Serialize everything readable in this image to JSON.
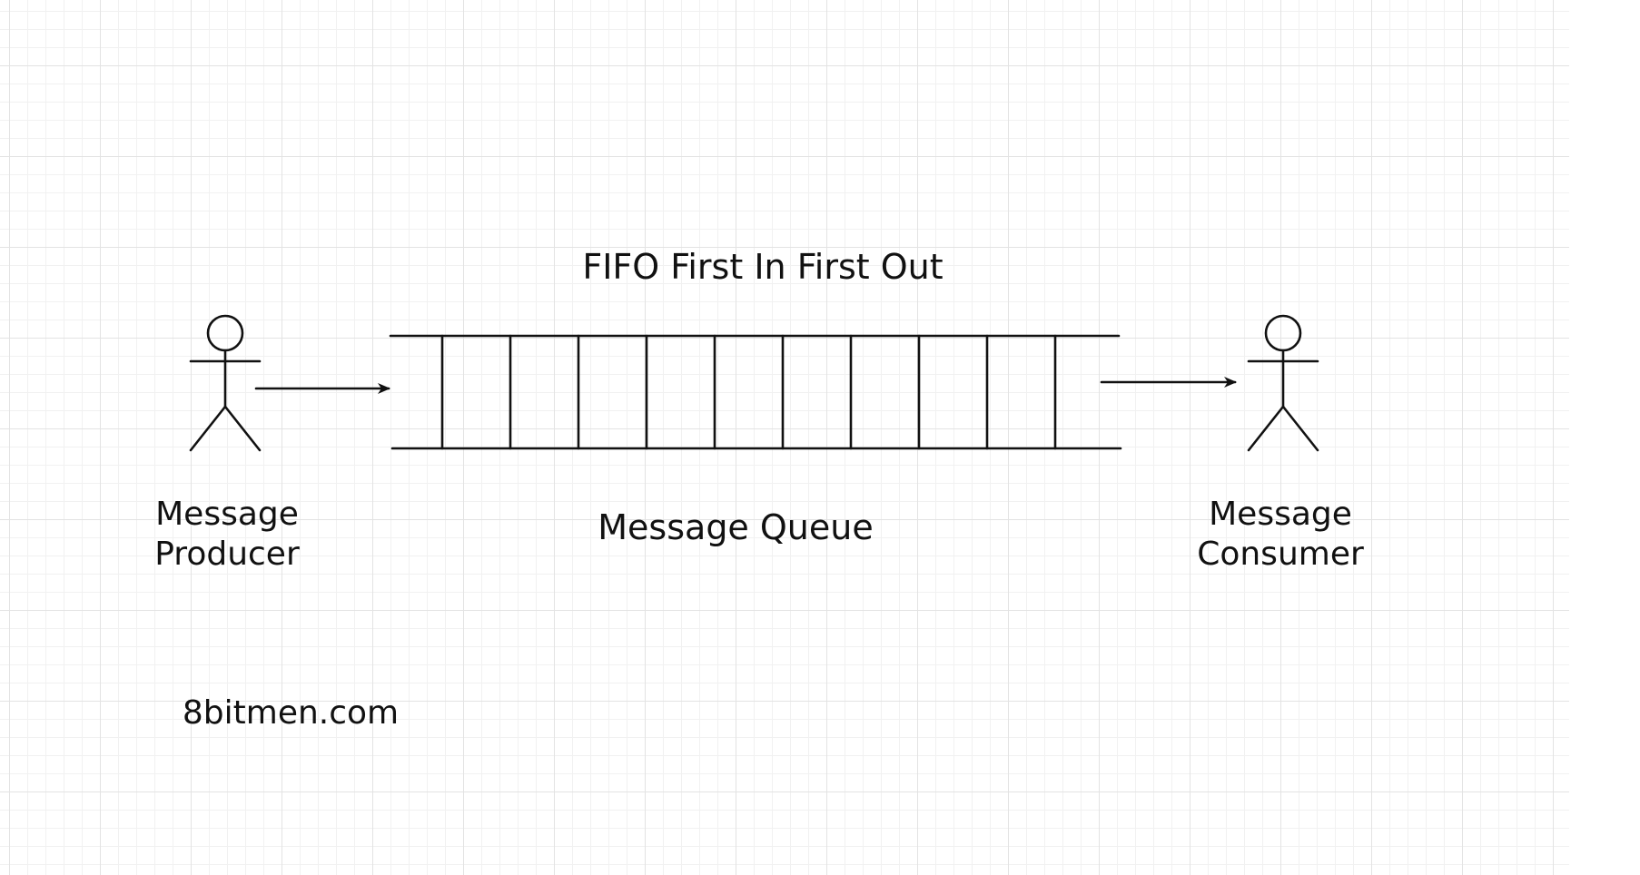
{
  "diagram": {
    "title": "FIFO First In First Out",
    "queue": {
      "label": "Message Queue",
      "slot_count": 10
    },
    "producer": {
      "label_line1": "Message",
      "label_line2": "Producer"
    },
    "consumer": {
      "label_line1": "Message",
      "label_line2": "Consumer"
    },
    "watermark": "8bitmen.com",
    "colors": {
      "ink": "#111111",
      "grid_major": "#e3e3e3",
      "grid_minor": "#f1f1f1",
      "background": "#ffffff"
    }
  }
}
